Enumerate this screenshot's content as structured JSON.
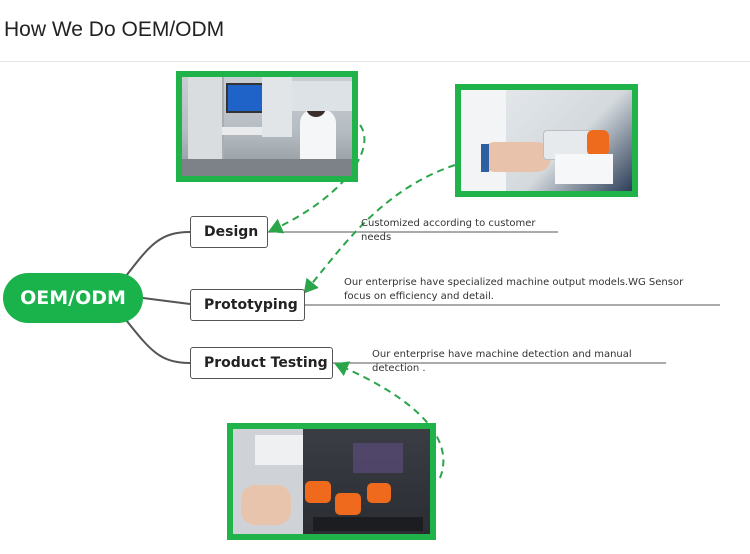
{
  "header": {
    "title": "How We Do OEM/ODM"
  },
  "diagram": {
    "hub_label": "OEM/ODM",
    "nodes": [
      {
        "label": "Design",
        "note": "Customized according to customer needs"
      },
      {
        "label": "Prototyping",
        "note": "Our enterprise have specialized machine output models.WG Sensor focus on efficiency and detail."
      },
      {
        "label": "Product Testing",
        "note": "Our enterprise have machine detection and manual detection ."
      }
    ],
    "colors": {
      "accent": "#19b24b",
      "frame": "#1fb34a",
      "connector": "#555555",
      "dashed": "#2aa54a"
    }
  }
}
